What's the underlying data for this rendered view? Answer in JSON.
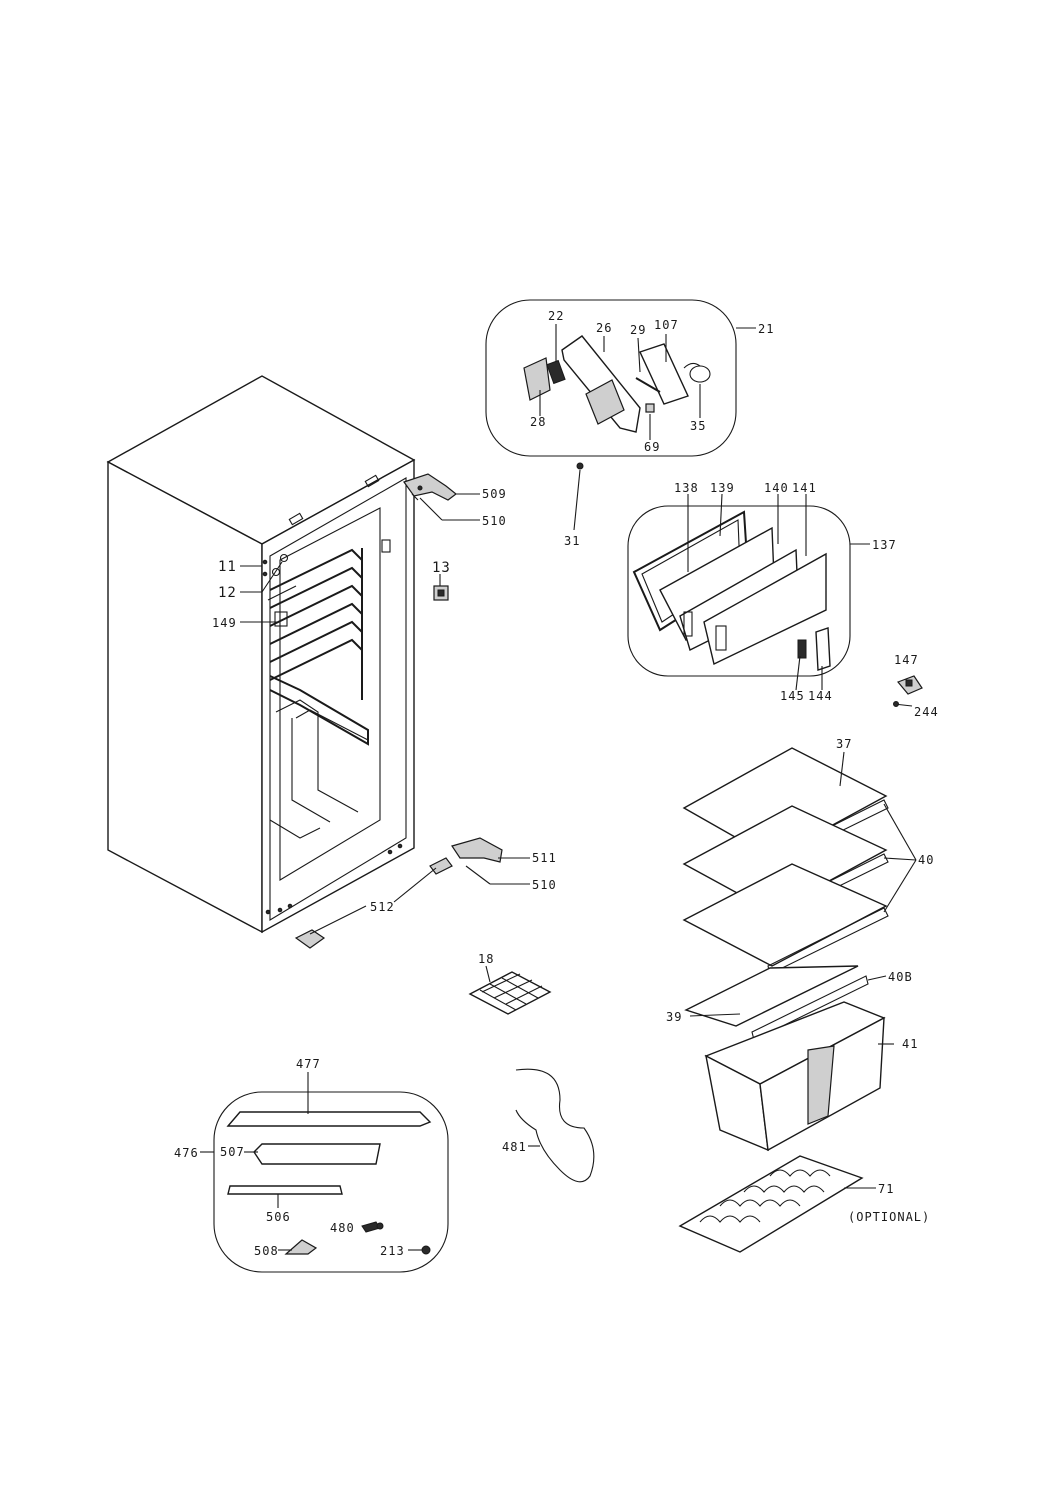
{
  "callouts": {
    "c11": "11",
    "c12": "12",
    "c13": "13",
    "c149": "149",
    "c509": "509",
    "c510a": "510",
    "c511": "511",
    "c510b": "510",
    "c512": "512",
    "c21": "21",
    "c22": "22",
    "c26": "26",
    "c29": "29",
    "c107": "107",
    "c28": "28",
    "c69": "69",
    "c35": "35",
    "c31": "31",
    "c137": "137",
    "c138": "138",
    "c139": "139",
    "c140": "140",
    "c141": "141",
    "c145": "145",
    "c144": "144",
    "c147": "147",
    "c244": "244",
    "c37": "37",
    "c40": "40",
    "c40b": "40B",
    "c39": "39",
    "c41": "41",
    "c71": "71",
    "optional": "(OPTIONAL)",
    "c18": "18",
    "c481": "481",
    "c477": "477",
    "c476": "476",
    "c507": "507",
    "c506": "506",
    "c480": "480",
    "c508": "508",
    "c213": "213"
  }
}
